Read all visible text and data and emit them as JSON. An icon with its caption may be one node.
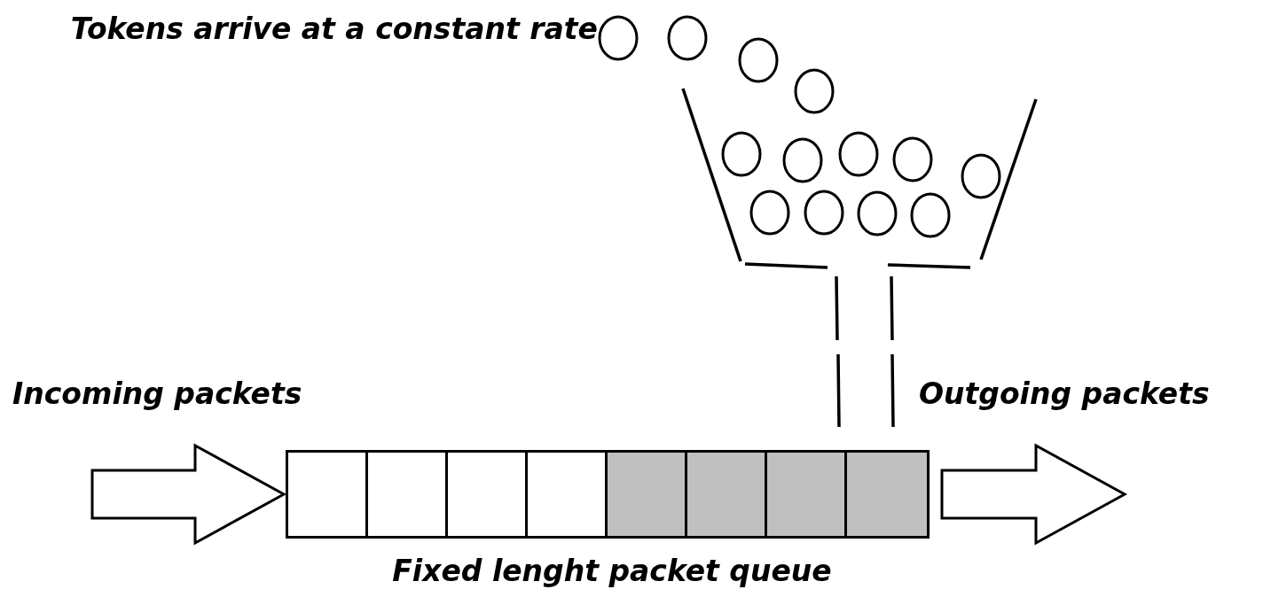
{
  "diagram": {
    "nodes": [
      {
        "text": [],
        "shape": "bucket"
      },
      {
        "text": [],
        "shape": "box"
      },
      {
        "text": [],
        "shape": "box",
        "in": 1
      },
      {
        "text": [],
        "shape": "box",
        "in": 1
      },
      {
        "text": [],
        "shape": "box",
        "in": 1
      },
      {
        "text": [],
        "shape": "box",
        "in": 1
      },
      {
        "text": [],
        "shape": "box",
        "in": 1
      },
      {
        "text": [],
        "shape": "box",
        "in": 1
      },
      {
        "text": [],
        "shape": "box",
        "in": 1
      },
      {
        "text": [],
        "shape": "box",
        "in": 1
      }
    ],
    "edges": [
      {
        "from": null,
        "to": 1,
        "arrow": "to",
        "style": "thick"
      },
      {
        "from": 1,
        "to": null,
        "arrow": "to",
        "style": "thick"
      }
    ],
    "labels": [
      "Tokens arrive at a constant rate",
      "Incoming packets",
      "Outgoing packets",
      "Fixed lenght packet queue"
    ]
  }
}
